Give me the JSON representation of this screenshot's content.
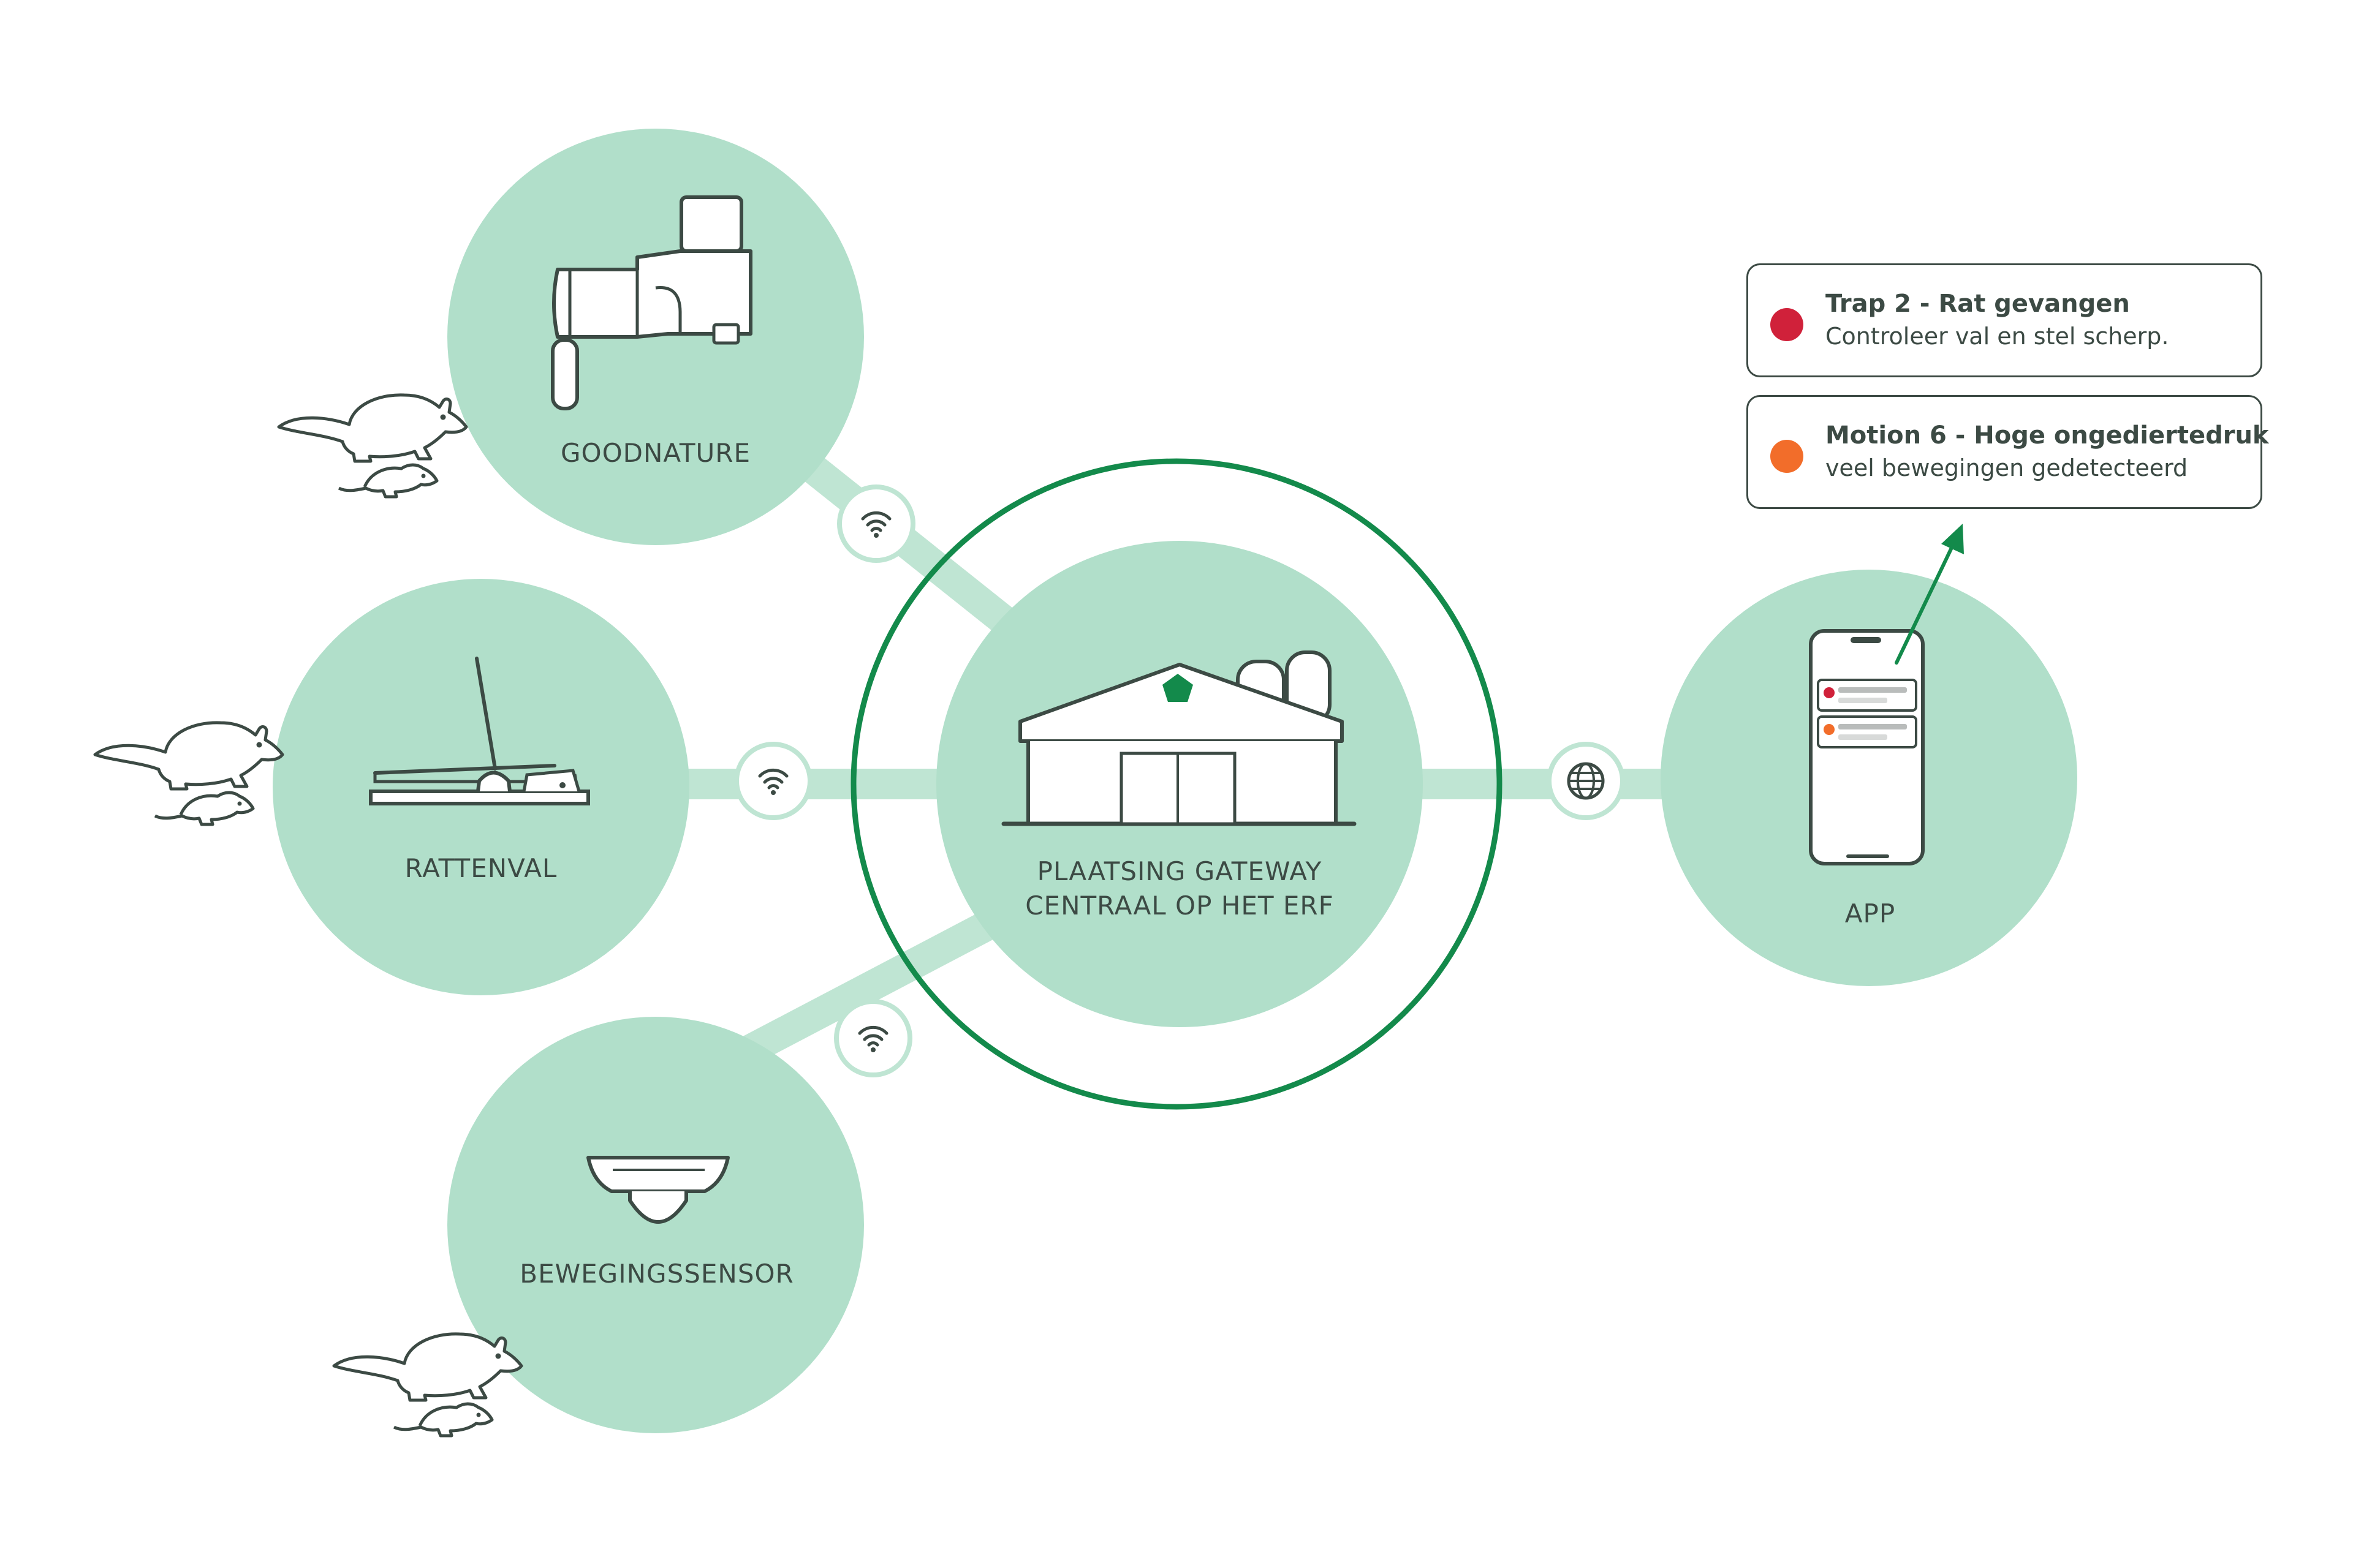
{
  "nodes": {
    "goodnature": "GOODNATURE",
    "rattenval": "RATTENVAL",
    "bewegingssensor": "BEWEGINGSSENSOR",
    "gateway_line1": "PLAATSING GATEWAY",
    "gateway_line2": "CENTRAAL OP HET ERF",
    "app": "APP"
  },
  "notifications": [
    {
      "title": "Trap 2 - Rat gevangen",
      "text": "Controleer val en stel scherp.",
      "color": "#d0213a"
    },
    {
      "title": "Motion 6 - Hoge ongediertedruk",
      "text": "veel bewegingen gedetecteerd",
      "color": "#f26d2a"
    }
  ],
  "colors": {
    "node_fill": "#b1dfca",
    "connector": "#bfe5d3",
    "accent_green": "#138a4b",
    "outline": "#3c4a44"
  },
  "icons": [
    "wifi-icon",
    "globe-icon",
    "rat-icon",
    "mouse-icon",
    "trap-icon",
    "gateway-farm-icon",
    "phone-icon"
  ]
}
